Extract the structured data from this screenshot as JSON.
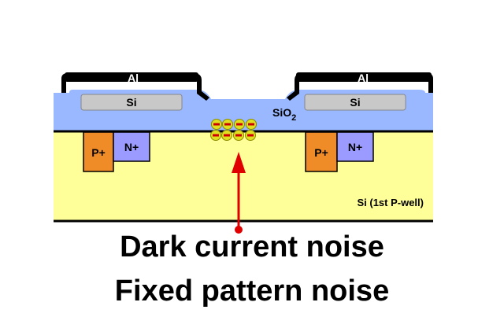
{
  "labels": {
    "al": "Al",
    "si_gate": "Si",
    "sio2_prefix": "SiO",
    "sio2_subscript": "2",
    "p_plus": "P+",
    "n_plus": "N+",
    "substrate": "Si (1st P-well)"
  },
  "captions": {
    "line1": "Dark current noise",
    "line2": "Fixed pattern noise"
  },
  "colors": {
    "substrate": "#ffff99",
    "oxide": "#99b8ff",
    "metal": "#000000",
    "gate_si": "#c8c8c8",
    "p_plus": "#f08c28",
    "n_plus": "#9a9aff",
    "charge": "#e0e020",
    "charge_sign": "#cc0000",
    "arrow": "#e00000"
  },
  "charge_sign": "−"
}
